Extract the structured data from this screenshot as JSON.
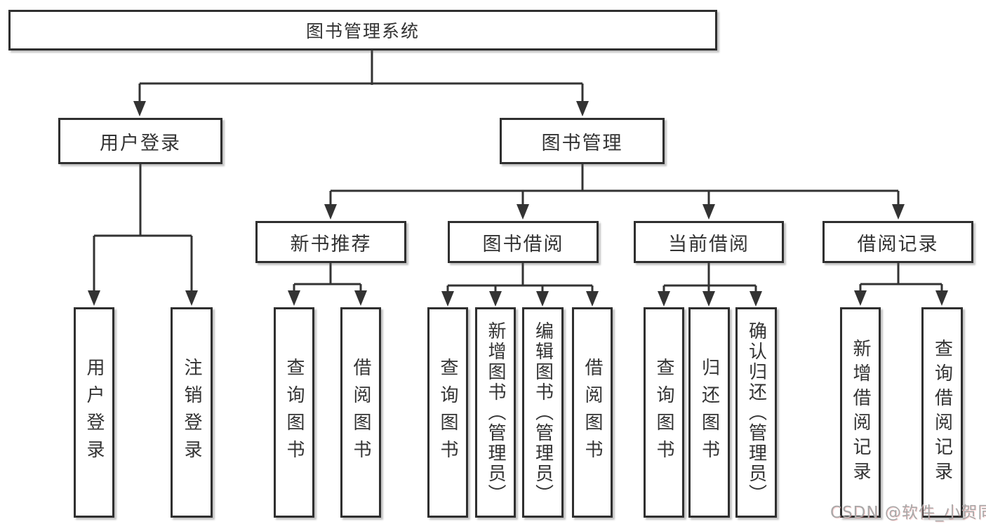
{
  "tree": {
    "root": {
      "label": "图书管理系统",
      "children": [
        {
          "label": "用户登录",
          "children": [
            {
              "label": "用户登录"
            },
            {
              "label": "注销登录"
            }
          ]
        },
        {
          "label": "图书管理",
          "children": [
            {
              "label": "新书推荐",
              "children": [
                {
                  "label": "查询图书"
                },
                {
                  "label": "借阅图书"
                }
              ]
            },
            {
              "label": "图书借阅",
              "children": [
                {
                  "label": "查询图书"
                },
                {
                  "label": "新增图书（管理员）"
                },
                {
                  "label": "编辑图书（管理员）"
                },
                {
                  "label": "借阅图书"
                }
              ]
            },
            {
              "label": "当前借阅",
              "children": [
                {
                  "label": "查询图书"
                },
                {
                  "label": "归还图书"
                },
                {
                  "label": "确认归还（管理员）"
                }
              ]
            },
            {
              "label": "借阅记录",
              "children": [
                {
                  "label": "新增借阅记录"
                },
                {
                  "label": "查询借阅记录"
                }
              ]
            }
          ]
        }
      ]
    }
  },
  "watermark": {
    "text": "CSDN @软件_小贺同学"
  },
  "colors": {
    "line": "#333333",
    "box_border": "#2f2f2f",
    "text": "#333333",
    "watermark": "#a8a8a8",
    "background": "#ffffff"
  }
}
